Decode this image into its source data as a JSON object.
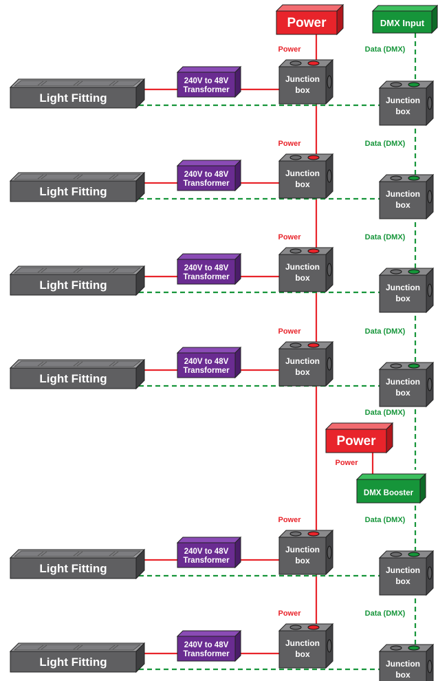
{
  "labels": {
    "power_source": "Power",
    "dmx_input": "DMX Input",
    "dmx_booster": "DMX Booster",
    "power_wire": "Power",
    "data_wire": "Data (DMX)",
    "transformer_line1": "240V to 48V",
    "transformer_line2": "Transformer",
    "junction_line1": "Junction",
    "junction_line2": "box",
    "light_fitting": "Light Fitting"
  },
  "rows": [
    {
      "id": 1
    },
    {
      "id": 2
    },
    {
      "id": 3
    },
    {
      "id": 4
    },
    {
      "id": 5
    },
    {
      "id": 6
    }
  ],
  "colors": {
    "power": "#e8242b",
    "power_dark": "#b2161c",
    "dmx": "#16953a",
    "dmx_dark": "#0d6a27",
    "transformer": "#6a2c91",
    "transformer_dark": "#4b1d6a",
    "box_front": "#5f5f61",
    "box_top": "#8a8a8c",
    "box_side": "#434345",
    "text_light": "#ffffff"
  }
}
